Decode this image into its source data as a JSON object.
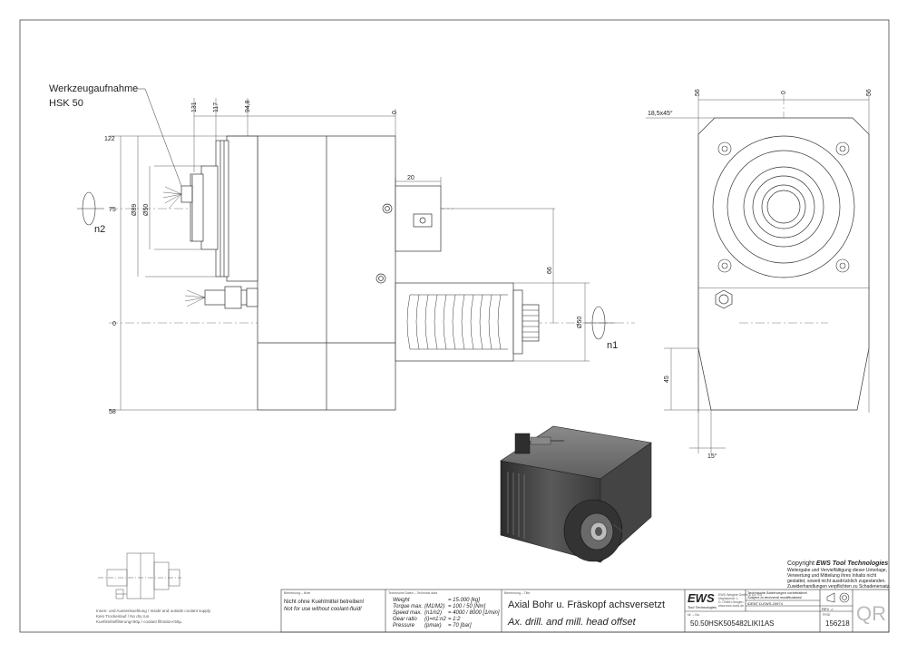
{
  "labels": {
    "tool_holder": "Werkzeugaufnahme",
    "hsk": "HSK 50",
    "n1": "n1",
    "n2": "n2"
  },
  "dims": {
    "d131": "131",
    "d117": "117",
    "d94_8": "94,8",
    "d0_top": "0",
    "d122": "122",
    "d75": "75",
    "d0_left": "0",
    "d58": "58",
    "phi89": "Ø89",
    "phi50_left": "Ø50",
    "d20": "20",
    "d66": "66",
    "phi50_right": "Ø50",
    "d56_left": "56",
    "d0_side": "0",
    "d56_right": "56",
    "chamfer": "18,5x45°",
    "d45": "45",
    "angle15": "15°"
  },
  "coolant_note": {
    "line1": "Innen- und Aussenkuehlung / Inside and outside coolant supply",
    "line2": "Kein Trockenlauf / No dry run",
    "line3": "Kuehlmittelfilterung<50µ / coolant filtration<50µ"
  },
  "title_block": {
    "remark_hdr": "Bemerkung – Note",
    "remark_de": "Nicht ohne Kuehlmittel betreiben!",
    "remark_en": "Not for use without coolant-fluid!",
    "tech_hdr": "Technische Daten – Technical data",
    "tech_rows": [
      {
        "label": "Weight",
        "sym": "",
        "value": "= 15.000 [kg]"
      },
      {
        "label": "Torque max.",
        "sym": "(M1/M2)",
        "value": "= 100 / 50 [Nm]"
      },
      {
        "label": "Speed max.",
        "sym": "(n1/n2)",
        "value": "= 4000 / 8000 [1/min]"
      },
      {
        "label": "Gear ratio",
        "sym": "(i)=n1:n2",
        "value": "= 1:2"
      },
      {
        "label": "Pressure",
        "sym": "(pmax)",
        "value": "= 70 [bar]"
      }
    ],
    "name_hdr": "Benennung – Title",
    "title_de": "Axial Bohr u. Fräskopf achsversetzt",
    "title_en": "Ax. drill. and mill. head offset",
    "logo": "EWS",
    "logo_sub": "Tool Technologies",
    "company_1": "EWS Weigele GmbH & Co. KG",
    "company_2": "Maybachstr. 1",
    "company_3": "D-73066 Uhingen",
    "company_4": "www.ews-tools.de",
    "notice_1": "Technische Änderungen vorbehalten!",
    "notice_2": "Subject to technical modifications!",
    "ident": "IDENT   D-EWS-19974",
    "rev": "REV  -/-",
    "no_hdr": "Nr. – No.",
    "part_no": "50.50HSK505482LIKI1AS",
    "id_hdr": "PRID",
    "id": "156218",
    "qr": "QR"
  },
  "copyright": {
    "line1_prefix": "Copyright ",
    "line1_brand": "EWS Tool Technologies",
    "line2": "Weitergabe und Vervielfältigung dieser Unterlage,",
    "line3": "Verwertung und Mitteilung ihres Inhalts nicht",
    "line4": "gestattet, soweit nicht ausdrücklich zugestanden.",
    "line5": "Zuwiderhandlungen verpflichten zu Schadenersatz."
  }
}
